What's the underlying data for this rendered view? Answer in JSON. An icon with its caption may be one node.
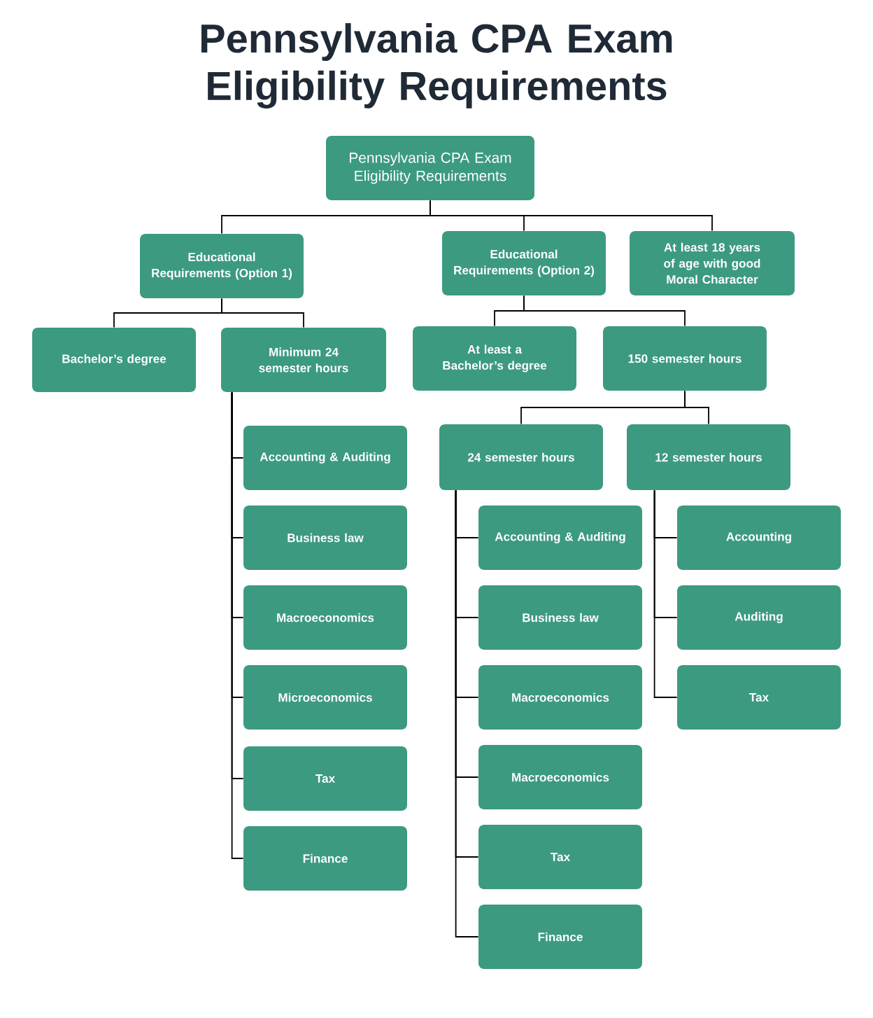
{
  "diagram": {
    "title": "Pennsylvania CPA Exam Eligibility Requirements",
    "nodes": [
      {
        "text": [
          "Pennsylvania CPA Exam Eligibility Requirements"
        ]
      },
      {
        "text": [
          "Educational Requirements (Option 1)"
        ]
      },
      {
        "text": [
          "Educational Requirements (Option 2)"
        ]
      },
      {
        "text": [
          "At least  18 years of age with good Moral Character"
        ]
      },
      {
        "text": [
          "Bachelor’s degree"
        ]
      },
      {
        "text": [
          "Minimum 24 semester hours"
        ]
      },
      {
        "text": [
          "At least a Bachelor’s degree"
        ]
      },
      {
        "text": [
          "150 semester hours"
        ]
      },
      {
        "text": [
          "24 semester hours"
        ]
      },
      {
        "text": [
          "12 semester hours"
        ]
      },
      {
        "text": [
          "Accounting & Auditing"
        ]
      },
      {
        "text": [
          "Business law"
        ]
      },
      {
        "text": [
          "Macroeconomics"
        ]
      },
      {
        "text": [
          "Microeconomics"
        ]
      },
      {
        "text": [
          "Tax"
        ]
      },
      {
        "text": [
          "Finance"
        ]
      },
      {
        "text": [
          "Accounting & Auditing"
        ]
      },
      {
        "text": [
          "Business law"
        ]
      },
      {
        "text": [
          "Macroeconomics"
        ]
      },
      {
        "text": [
          "Macroeconomics"
        ]
      },
      {
        "text": [
          "Tax"
        ]
      },
      {
        "text": [
          "Finance"
        ]
      },
      {
        "text": [
          "Accounting"
        ]
      },
      {
        "text": [
          "Auditing"
        ]
      },
      {
        "text": [
          "Tax"
        ]
      }
    ],
    "edges": [
      {
        "from": 0,
        "to": 1,
        "arrow": "none"
      },
      {
        "from": 0,
        "to": 2,
        "arrow": "none"
      },
      {
        "from": 0,
        "to": 3,
        "arrow": "none"
      },
      {
        "from": 1,
        "to": 4,
        "arrow": "none"
      },
      {
        "from": 1,
        "to": 5,
        "arrow": "none"
      },
      {
        "from": 2,
        "to": 6,
        "arrow": "none"
      },
      {
        "from": 2,
        "to": 7,
        "arrow": "none"
      },
      {
        "from": 7,
        "to": 8,
        "arrow": "none"
      },
      {
        "from": 7,
        "to": 9,
        "arrow": "none"
      },
      {
        "from": 5,
        "to": 10,
        "arrow": "none"
      },
      {
        "from": 5,
        "to": 11,
        "arrow": "none"
      },
      {
        "from": 5,
        "to": 12,
        "arrow": "none"
      },
      {
        "from": 5,
        "to": 13,
        "arrow": "none"
      },
      {
        "from": 5,
        "to": 14,
        "arrow": "none"
      },
      {
        "from": 5,
        "to": 15,
        "arrow": "none"
      },
      {
        "from": 8,
        "to": 16,
        "arrow": "none"
      },
      {
        "from": 8,
        "to": 17,
        "arrow": "none"
      },
      {
        "from": 8,
        "to": 18,
        "arrow": "none"
      },
      {
        "from": 8,
        "to": 19,
        "arrow": "none"
      },
      {
        "from": 8,
        "to": 20,
        "arrow": "none"
      },
      {
        "from": 8,
        "to": 21,
        "arrow": "none"
      },
      {
        "from": 9,
        "to": 22,
        "arrow": "none"
      },
      {
        "from": 9,
        "to": 23,
        "arrow": "none"
      },
      {
        "from": 9,
        "to": 24,
        "arrow": "none"
      }
    ]
  }
}
